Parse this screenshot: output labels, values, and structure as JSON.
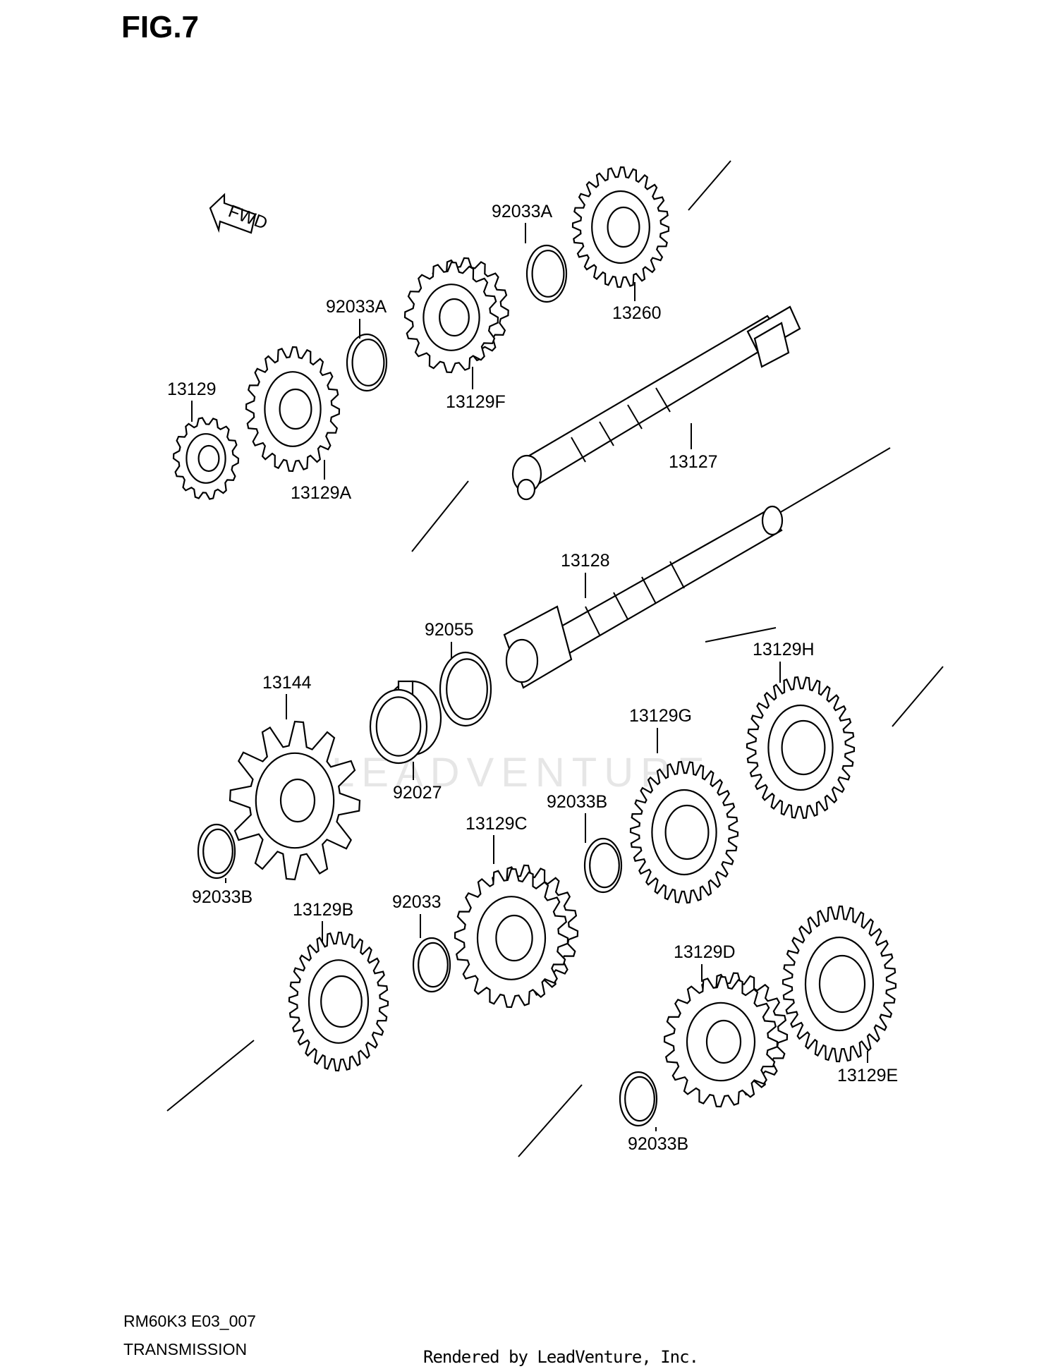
{
  "figure": {
    "title": "FIG.7",
    "diagram_code": "RM60K3 E03_007",
    "name": "TRANSMISSION",
    "rendered_by": "Rendered by LeadVenture, Inc.",
    "fwd_label": "FWD",
    "watermark": "LEADVENTURE"
  },
  "parts": [
    {
      "id": "92033A",
      "kind": "snap-ring"
    },
    {
      "id": "13260",
      "kind": "gear"
    },
    {
      "id": "92033A",
      "kind": "snap-ring"
    },
    {
      "id": "13129F",
      "kind": "gear"
    },
    {
      "id": "13129",
      "kind": "gear"
    },
    {
      "id": "13129A",
      "kind": "gear"
    },
    {
      "id": "13127",
      "kind": "shaft"
    },
    {
      "id": "13128",
      "kind": "shaft"
    },
    {
      "id": "92055",
      "kind": "o-ring"
    },
    {
      "id": "13144",
      "kind": "sprocket"
    },
    {
      "id": "92027",
      "kind": "bushing"
    },
    {
      "id": "13129H",
      "kind": "gear"
    },
    {
      "id": "13129G",
      "kind": "gear"
    },
    {
      "id": "92033B",
      "kind": "snap-ring"
    },
    {
      "id": "13129C",
      "kind": "gear"
    },
    {
      "id": "92033B",
      "kind": "snap-ring"
    },
    {
      "id": "13129B",
      "kind": "gear"
    },
    {
      "id": "92033",
      "kind": "snap-ring"
    },
    {
      "id": "13129D",
      "kind": "gear"
    },
    {
      "id": "13129E",
      "kind": "gear"
    },
    {
      "id": "92033B",
      "kind": "snap-ring"
    }
  ]
}
